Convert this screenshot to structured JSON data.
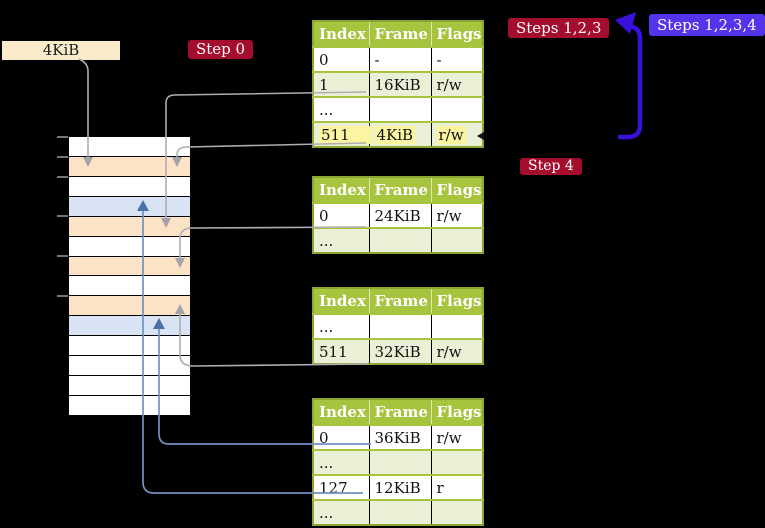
{
  "free_frame": {
    "label": "4KiB"
  },
  "badges": {
    "step0": "Step 0",
    "steps123": "Steps 1,2,3",
    "steps1234": "Steps 1,2,3,4",
    "step4": "Step 4"
  },
  "tables": [
    {
      "headers": [
        "Index",
        "Frame",
        "Flags"
      ],
      "rows": [
        {
          "cells": [
            "0",
            "-",
            "-"
          ]
        },
        {
          "cells": [
            "1",
            "16KiB",
            "r/w"
          ]
        },
        {
          "cells": [
            "...",
            "",
            ""
          ]
        },
        {
          "cells": [
            "511",
            "4KiB",
            "r/w"
          ],
          "highlight": true
        }
      ]
    },
    {
      "headers": [
        "Index",
        "Frame",
        "Flags"
      ],
      "rows": [
        {
          "cells": [
            "0",
            "24KiB",
            "r/w"
          ]
        },
        {
          "cells": [
            "...",
            "",
            ""
          ]
        }
      ]
    },
    {
      "headers": [
        "Index",
        "Frame",
        "Flags"
      ],
      "rows": [
        {
          "cells": [
            "...",
            "",
            ""
          ]
        },
        {
          "cells": [
            "511",
            "32KiB",
            "r/w"
          ]
        }
      ]
    },
    {
      "headers": [
        "Index",
        "Frame",
        "Flags"
      ],
      "rows": [
        {
          "cells": [
            "0",
            "36KiB",
            "r/w"
          ]
        },
        {
          "cells": [
            "...",
            "",
            ""
          ]
        },
        {
          "cells": [
            "127",
            "12KiB",
            "r"
          ]
        },
        {
          "cells": [
            "...",
            "",
            ""
          ]
        }
      ]
    }
  ],
  "memory": {
    "rows": [
      "mem-row white",
      "mem-row orange",
      "mem-row white",
      "mem-row blue",
      "mem-row orange",
      "mem-row white",
      "mem-row orange",
      "mem-row white",
      "mem-row orange",
      "mem-row blue",
      "mem-row white",
      "mem-row white",
      "mem-row white",
      "mem-row white"
    ]
  },
  "colors": {
    "badge_red": "#a50d2d",
    "badge_blue": "#5433ea",
    "table_header_green": "#a6c43e",
    "table_row_green": "#eaf0d5",
    "highlight_yellow": "#fbf5a2",
    "mem_orange": "#fce3c6",
    "mem_blue": "#d8e4f3",
    "connector_gray": "#aeadb3",
    "connector_gray_head": "#a3a3a8",
    "connector_blue": "#6f92c4",
    "connector_blue_head": "#4c70a8",
    "arrow_blue": "#3a10dd",
    "free_frame_bg": "#faecca"
  }
}
